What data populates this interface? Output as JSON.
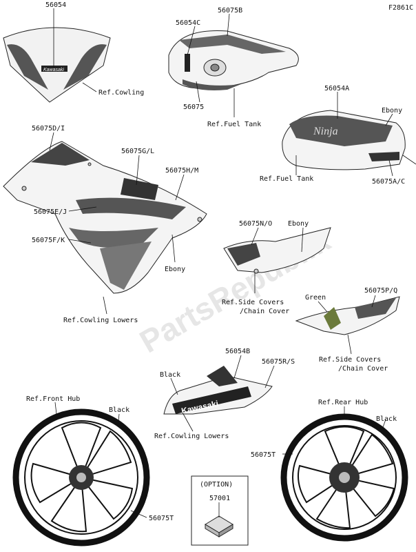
{
  "figure_code": "F2861C",
  "watermark": "PartsRepublik",
  "labels": {
    "windshield_decal": "56054",
    "fuel_tank_decal_c": "56054C",
    "fuel_tank_stripe_b": "56075B",
    "fuel_tank_stripe": "56075",
    "ref_fuel_tank_1": "Ref.Fuel Tank",
    "ref_cowling": "Ref.Cowling",
    "ninja_decal": "56054A",
    "ebony_1": "Ebony",
    "ref_fuel_tank_2": "Ref.Fuel Tank",
    "tank_stripe_ac": "56075A/C",
    "cowl_stripe_di": "56075D/I",
    "cowl_stripe_gl": "56075G/L",
    "cowl_stripe_hm": "56075H/M",
    "cowl_stripe_ej": "56075E/J",
    "cowl_stripe_fk": "56075F/K",
    "ebony_2": "Ebony",
    "ref_cowling_lowers_1": "Ref.Cowling Lowers",
    "side_stripe_no": "56075N/O",
    "ebony_3": "Ebony",
    "ref_side_covers_1a": "Ref.Side Covers",
    "ref_side_covers_1b": "/Chain Cover",
    "green": "Green",
    "side_stripe_pq": "56075P/Q",
    "ref_side_covers_2a": "Ref.Side Covers",
    "ref_side_covers_2b": "/Chain Cover",
    "black_1": "Black",
    "kawasaki_decal": "56054B",
    "lower_stripe_rs": "56075R/S",
    "ref_cowling_lowers_2": "Ref.Cowling Lowers",
    "ref_front_hub": "Ref.Front Hub",
    "black_2": "Black",
    "ref_rear_hub": "Ref.Rear Hub",
    "black_3": "Black",
    "wheel_stripe_1": "56075T",
    "wheel_stripe_2": "56075T",
    "option_title": "(OPTION)",
    "option_part": "57001"
  },
  "decal_text": {
    "windshield": "Kawasaki",
    "tank": "Ninja",
    "lower": "Kawasaki"
  },
  "colors": {
    "ebony": "#2b2b2b",
    "green": "#5a6b2f",
    "line": "#111111"
  }
}
